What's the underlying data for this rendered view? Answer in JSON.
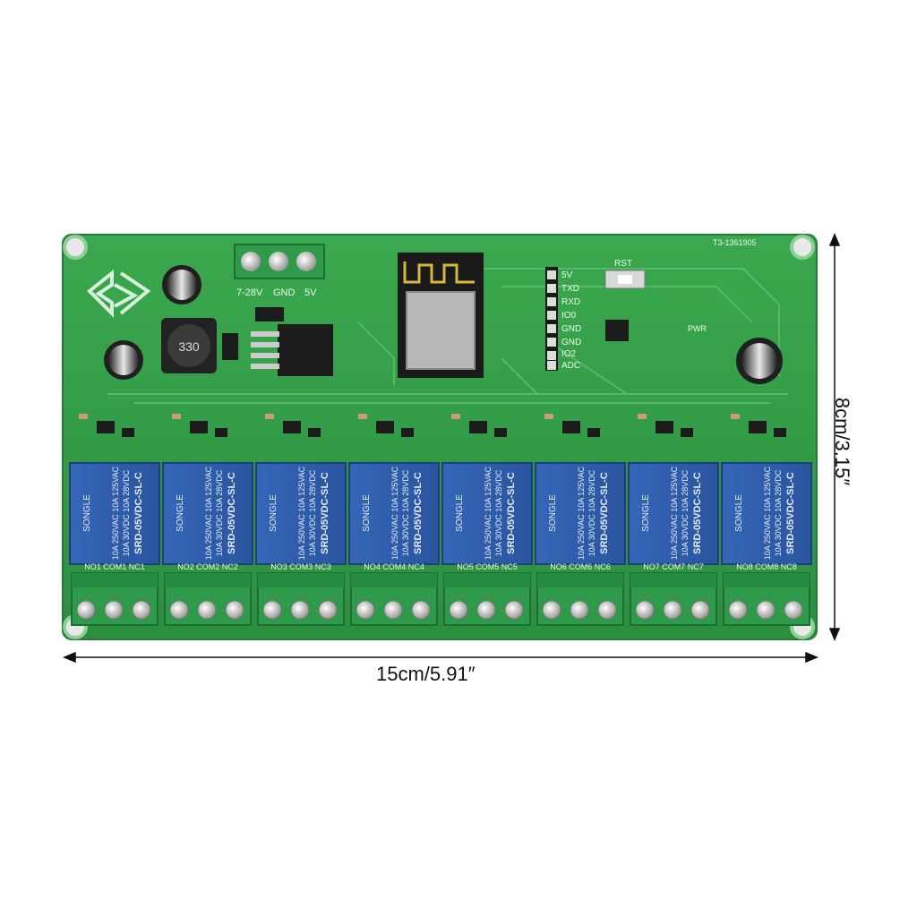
{
  "dimensions": {
    "width": "15cm/5.91″",
    "height": "8cm/3.15″"
  },
  "board": {
    "model_code": "T3-1361905",
    "power_terminal_labels": [
      "7-28V",
      "GND",
      "5V"
    ],
    "header_pins": [
      "5V",
      "TXD",
      "RXD",
      "IO0",
      "GND",
      "GND",
      "IO2",
      "ADC"
    ],
    "reset_label": "RST",
    "power_led_label": "PWR",
    "relay_count": 8,
    "relay": {
      "brand": "SONGLE",
      "rating_line1": "10A 250VAC 10A 125VAC",
      "rating_line2": "10A 30VDC 10A 28VDC",
      "model": "SRD-05VDC-SL-C"
    },
    "terminal_labels": [
      "NO1 COM1 NC1",
      "NO2 COM2 NC2",
      "NO3 COM3 NC3",
      "NO4 COM4 NC4",
      "NO5 COM5 NC5",
      "NO6 COM6 NC6",
      "NO7 COM7 NC7",
      "NO8 COM8 NC8"
    ]
  },
  "colors": {
    "pcb": "#2f9b45",
    "relay": "#2e5fb0",
    "terminal": "#2e9a4a"
  }
}
